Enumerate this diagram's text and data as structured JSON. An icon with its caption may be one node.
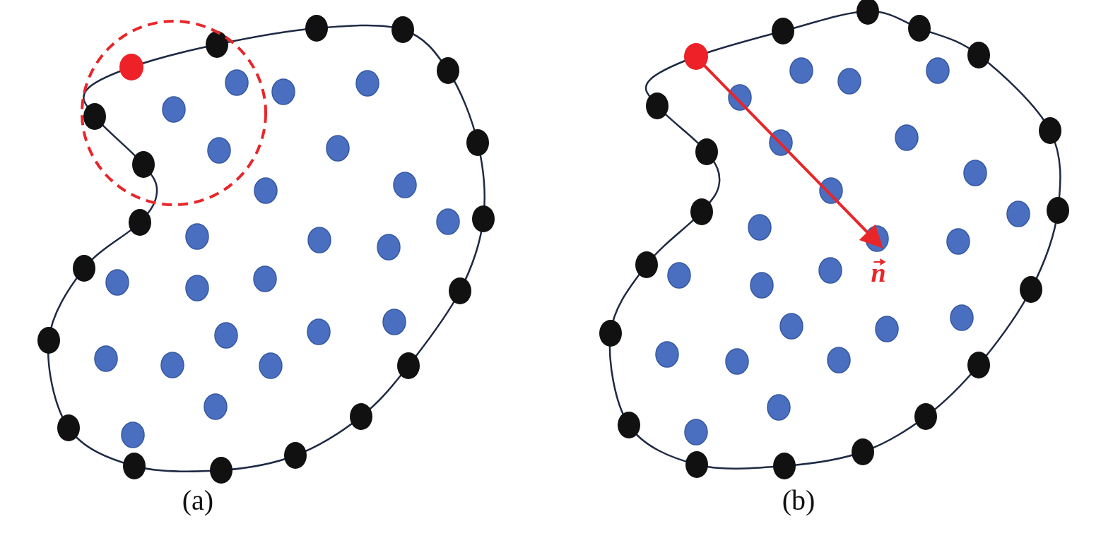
{
  "diagram": {
    "labels": [
      "n",
      "(a)",
      "(b)"
    ]
  }
}
